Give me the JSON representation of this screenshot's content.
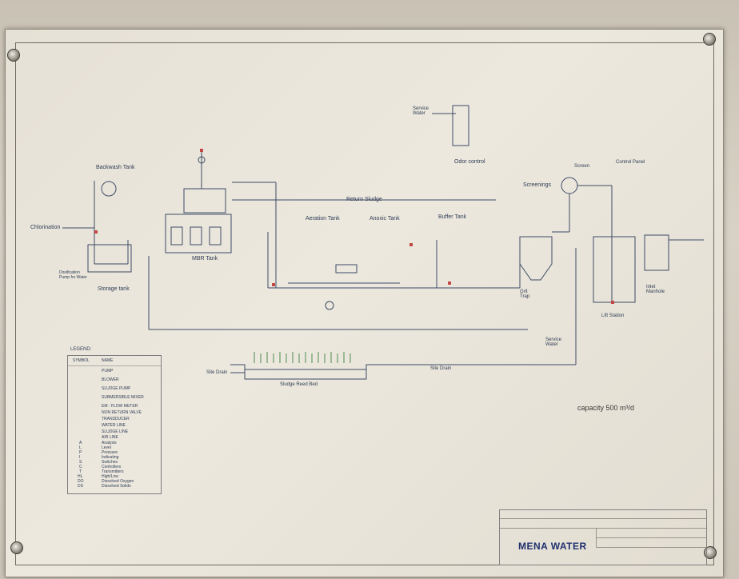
{
  "labels": {
    "backwash_tank": "Backwash Tank",
    "chlorination": "Chlorination",
    "disinfection_pump": "Dosification Pump for Water",
    "storage_tank": "Storage tank",
    "mbr_tank": "MBR Tank",
    "aeration_tank": "Aeration Tank",
    "anoxic_tank": "Anoxic Tank",
    "buffer_tank": "Buffer Tank",
    "return_sludge": "Return Sludge",
    "service_water_top": "Service Water",
    "odor_control": "Odor control",
    "screenings": "Screenings",
    "screen": "Screen",
    "control_panel": "Control Panel",
    "grit_trap": "Grit Trap",
    "lift_station": "Lift Station",
    "inlet_manhole": "Inlet Manhole",
    "service_water_bottom": "Service Water",
    "site_drain_left": "Site Drain",
    "site_drain_right": "Site Drain",
    "sludge_reed_bed": "Sludge Reed Bed",
    "capacity": "capacity 500 m³/d"
  },
  "legend": {
    "title": "LEGEND:",
    "head_symbol": "SYMBOL",
    "head_name": "NAME",
    "items": [
      "PUMP",
      "BLOWER",
      "SLUDGE PUMP",
      "SUBMERSIBLE MIXER",
      "EM - FLOW METER",
      "NON RETURN VALVE",
      "TRANSDUCER",
      "WATER LINE",
      "SLUDGE LINE",
      "AIR LINE",
      "Analysis",
      "Level",
      "Pressure",
      "Indicating",
      "Switches",
      "Controllers",
      "Transmitters",
      "High/Low",
      "Dissolved Oxygen",
      "Dissolved Solids"
    ],
    "codes": [
      "A",
      "L",
      "P",
      "I",
      "S",
      "C",
      "T",
      "HL",
      "DO",
      "DS"
    ]
  },
  "title_block": {
    "logo": "MENA WATER"
  }
}
